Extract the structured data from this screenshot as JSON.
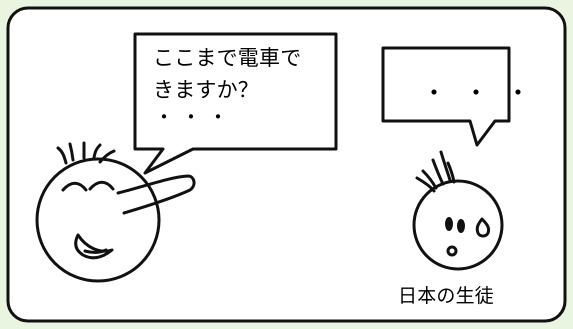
{
  "speech_left": {
    "line1": "ここまで電車で",
    "line2": "きますか？",
    "line3": "・・・"
  },
  "speech_right": {
    "dots": "・・・"
  },
  "labels": {
    "student": "日本の生徒"
  },
  "colors": {
    "background": "#e9f5e1",
    "panel": "#ffffff",
    "stroke": "#111111"
  },
  "icons": {
    "left_character": "smiling-long-nose-character",
    "right_character": "nervous-student-character",
    "sweat_drop": "sweat-drop-icon"
  }
}
